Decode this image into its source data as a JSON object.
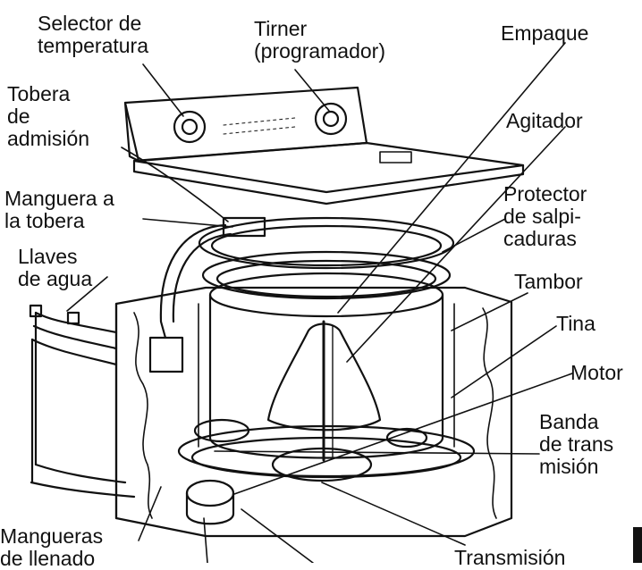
{
  "labels": {
    "selector_temperatura": "Selector de\ntemperatura",
    "timer": "Tirner\n(programador)",
    "empaque": "Empaque",
    "tobera_admision": "Tobera\nde\nadmisión",
    "agitador": "Agitador",
    "manguera_tobera": "Manguera a\nla tobera",
    "protector": "Protector\nde salpi-\ncaduras",
    "llaves_agua": "Llaves\nde agua",
    "tambor": "Tambor",
    "tina": "Tina",
    "motor": "Motor",
    "banda": "Banda\nde trans\nmisión",
    "mangueras_llenado": "Mangueras\nde llenado",
    "transmision": "Transmisión"
  },
  "colors": {
    "ink": "#111111",
    "paper": "#ffffff"
  }
}
